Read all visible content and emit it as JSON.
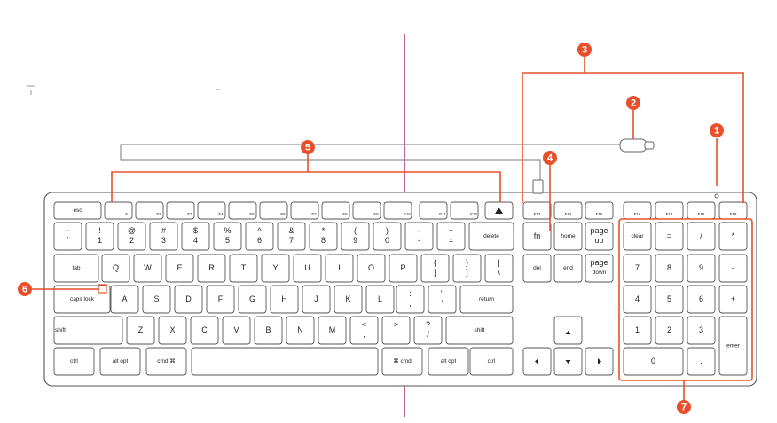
{
  "callouts": [
    "1",
    "2",
    "3",
    "4",
    "5",
    "6",
    "7"
  ],
  "keys": {
    "fn_row": [
      "esc",
      "F1",
      "F2",
      "F3",
      "F4",
      "F5",
      "F6",
      "F7",
      "F8",
      "F9",
      "F10",
      "F11",
      "F12",
      "F13",
      "F14",
      "F15",
      "F16",
      "F17",
      "F18",
      "F19"
    ],
    "num_row": [
      {
        "t": "~",
        "b": "`"
      },
      {
        "t": "!",
        "b": "1"
      },
      {
        "t": "@",
        "b": "2"
      },
      {
        "t": "#",
        "b": "3"
      },
      {
        "t": "$",
        "b": "4"
      },
      {
        "t": "%",
        "b": "5"
      },
      {
        "t": "^",
        "b": "6"
      },
      {
        "t": "&",
        "b": "7"
      },
      {
        "t": "*",
        "b": "8"
      },
      {
        "t": "(",
        "b": "9"
      },
      {
        "t": ")",
        "b": "0"
      },
      {
        "t": "–",
        "b": "-"
      },
      {
        "t": "+",
        "b": "="
      },
      {
        "t": "",
        "b": "delete"
      }
    ],
    "row_q": [
      "tab",
      "Q",
      "W",
      "E",
      "R",
      "T",
      "Y",
      "U",
      "I",
      "O",
      "P",
      {
        "t": "{",
        "b": "["
      },
      {
        "t": "}",
        "b": "]"
      },
      {
        "t": "|",
        "b": "\\"
      }
    ],
    "row_a": [
      "caps lock",
      "A",
      "S",
      "D",
      "F",
      "G",
      "H",
      "J",
      "K",
      "L",
      {
        "t": ":",
        "b": ";"
      },
      {
        "t": "\"",
        "b": "'"
      },
      "return"
    ],
    "row_z": [
      "shift",
      "Z",
      "X",
      "C",
      "V",
      "B",
      "N",
      "M",
      {
        "t": "<",
        "b": ","
      },
      {
        "t": ">",
        "b": "."
      },
      {
        "t": "?",
        "b": "/"
      },
      "shift"
    ],
    "row_bottom": [
      "ctrl",
      "alt opt",
      "cmd ⌘",
      "⌘ cmd",
      "alt opt",
      "ctrl"
    ],
    "nav": [
      "fn",
      "home",
      "page up",
      "del",
      "end",
      "page down"
    ],
    "numpad": [
      "clear",
      "=",
      "/",
      "*",
      "7",
      "8",
      "9",
      "-",
      "4",
      "5",
      "6",
      "+",
      "1",
      "2",
      "3",
      "0",
      ".",
      "enter"
    ]
  }
}
